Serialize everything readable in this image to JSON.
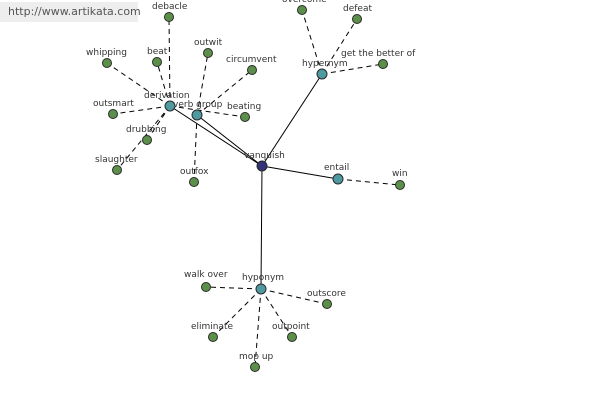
{
  "watermark": "http://www.artikata.com",
  "colors": {
    "leaf": "#5b8f4a",
    "relation": "#4f9aa0",
    "center": "#33337a",
    "edge": "#000000"
  },
  "center": {
    "id": "vanquish",
    "label": "vanquish"
  },
  "relations": [
    {
      "id": "derivation",
      "label": "derivation"
    },
    {
      "id": "verb-group",
      "label": "verb group"
    },
    {
      "id": "hypernym",
      "label": "hypernym"
    },
    {
      "id": "entail",
      "label": "entail"
    },
    {
      "id": "hyponym",
      "label": "hyponym"
    }
  ],
  "leaves": [
    {
      "id": "debacle",
      "label": "debacle",
      "parent": "derivation"
    },
    {
      "id": "whipping",
      "label": "whipping",
      "parent": "derivation"
    },
    {
      "id": "beat",
      "label": "beat",
      "parent": "derivation"
    },
    {
      "id": "outsmart",
      "label": "outsmart",
      "parent": "derivation"
    },
    {
      "id": "drubbing",
      "label": "drubbing",
      "parent": "derivation"
    },
    {
      "id": "slaughter",
      "label": "slaughter",
      "parent": "derivation"
    },
    {
      "id": "beating",
      "label": "beating",
      "parent": "derivation"
    },
    {
      "id": "outwit",
      "label": "outwit",
      "parent": "verb-group"
    },
    {
      "id": "circumvent",
      "label": "circumvent",
      "parent": "verb-group"
    },
    {
      "id": "outfox",
      "label": "outfox",
      "parent": "verb-group"
    },
    {
      "id": "overcome",
      "label": "overcome",
      "parent": "hypernym"
    },
    {
      "id": "defeat",
      "label": "defeat",
      "parent": "hypernym"
    },
    {
      "id": "get-the-better-of",
      "label": "get the better of",
      "parent": "hypernym"
    },
    {
      "id": "win",
      "label": "win",
      "parent": "entail"
    },
    {
      "id": "walk-over",
      "label": "walk over",
      "parent": "hyponym"
    },
    {
      "id": "outscore",
      "label": "outscore",
      "parent": "hyponym"
    },
    {
      "id": "eliminate",
      "label": "eliminate",
      "parent": "hyponym"
    },
    {
      "id": "outpoint",
      "label": "outpoint",
      "parent": "hyponym"
    },
    {
      "id": "mop-up",
      "label": "mop up",
      "parent": "hyponym"
    }
  ]
}
